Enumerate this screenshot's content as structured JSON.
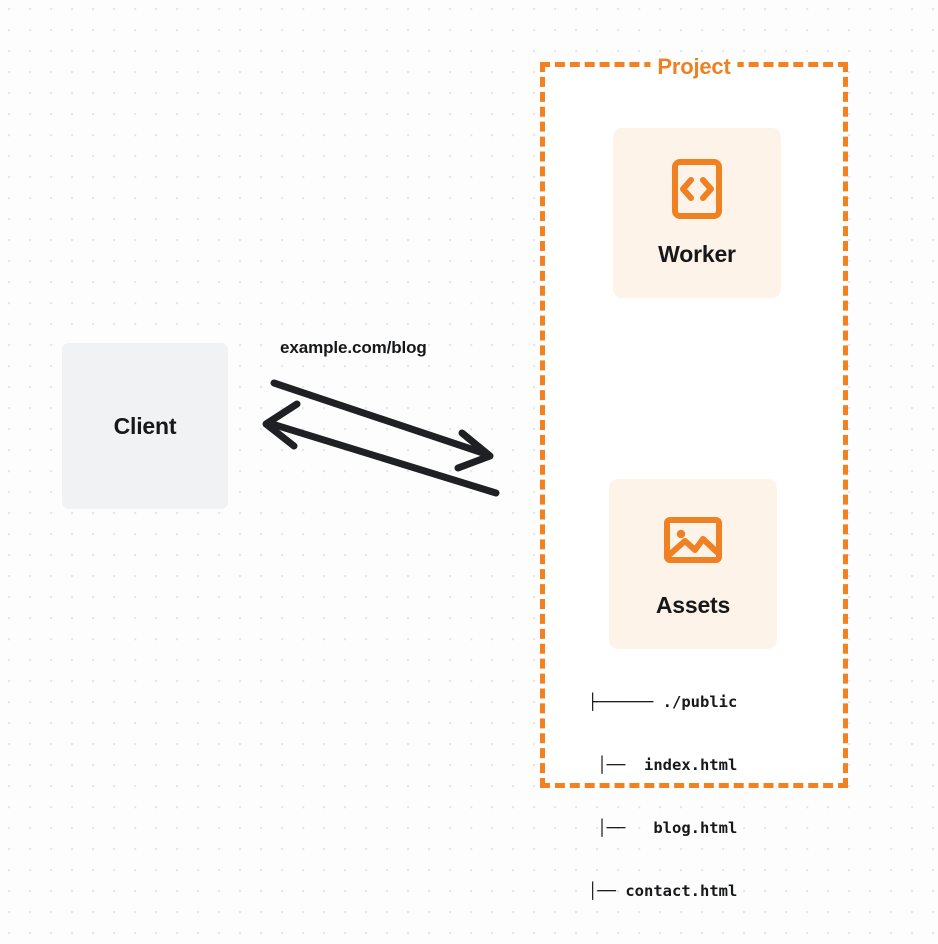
{
  "diagram": {
    "title": "Client to Project (Worker + Assets) request flow",
    "colors": {
      "accent_orange": "#f48120",
      "title_orange": "#ef8122",
      "card_background": "#fdf3e9",
      "client_background": "#f1f2f3",
      "text_dark": "#17181a",
      "canvas_background": "#fdfdfd",
      "grid_dot": "#e8e8e8",
      "arrow_stroke": "#1f2023"
    },
    "client": {
      "label": "Client",
      "icon": "client-box-icon"
    },
    "edge": {
      "label": "example.com/blog",
      "request_direction": "client-to-project",
      "response_direction": "project-to-client"
    },
    "project": {
      "title": "Project",
      "border_style": "dashed",
      "nodes": [
        {
          "id": "worker",
          "label": "Worker",
          "icon": "code-brackets-icon"
        },
        {
          "id": "assets",
          "label": "Assets",
          "icon": "image-picture-icon"
        }
      ],
      "file_tree": [
        "├────── ./public",
        "│──  index.html",
        "│──   blog.html",
        "│── contact.html"
      ]
    }
  }
}
